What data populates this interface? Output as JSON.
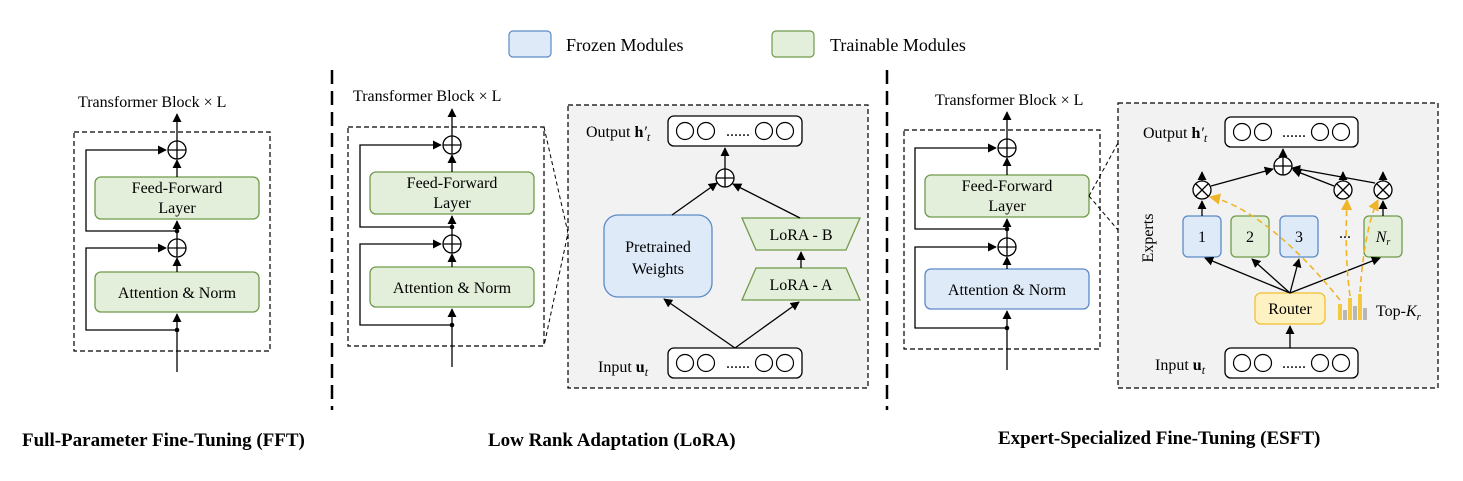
{
  "legend": {
    "frozen_label": "Frozen Modules",
    "trainable_label": "Trainable Modules",
    "frozen_color": "#deeaf8",
    "frozen_border": "#5b8ac6",
    "trainable_color": "#e3efda",
    "trainable_border": "#6f9a4b",
    "router_color": "#fff2c2",
    "router_border": "#f0c030"
  },
  "fft": {
    "block_label": "Transformer Block × L",
    "ffn_line1": "Feed-Forward",
    "ffn_line2": "Layer",
    "attn_label": "Attention & Norm",
    "caption": "Full-Parameter Fine-Tuning (FFT)"
  },
  "lora": {
    "block_label": "Transformer Block × L",
    "ffn_line1": "Feed-Forward",
    "ffn_line2": "Layer",
    "attn_label": "Attention & Norm",
    "output_label": "Output h′t",
    "input_label": "Input ut",
    "vector_dots": "......",
    "pretrained_line1": "Pretrained",
    "pretrained_line2": "Weights",
    "lora_b": "LoRA - B",
    "lora_a": "LoRA - A",
    "caption": "Low Rank Adaptation (LoRA)"
  },
  "esft": {
    "block_label": "Transformer Block × L",
    "ffn_line1": "Feed-Forward",
    "ffn_line2": "Layer",
    "attn_label": "Attention & Norm",
    "output_label": "Output h′t",
    "input_label": "Input ut",
    "vector_dots": "......",
    "experts_label": "Experts",
    "expert_labels": [
      "1",
      "2",
      "3",
      "...",
      "Nr"
    ],
    "router_label": "Router",
    "topk_label": "Top-Kr",
    "caption": "Expert-Specialized Fine-Tuning (ESFT)"
  }
}
